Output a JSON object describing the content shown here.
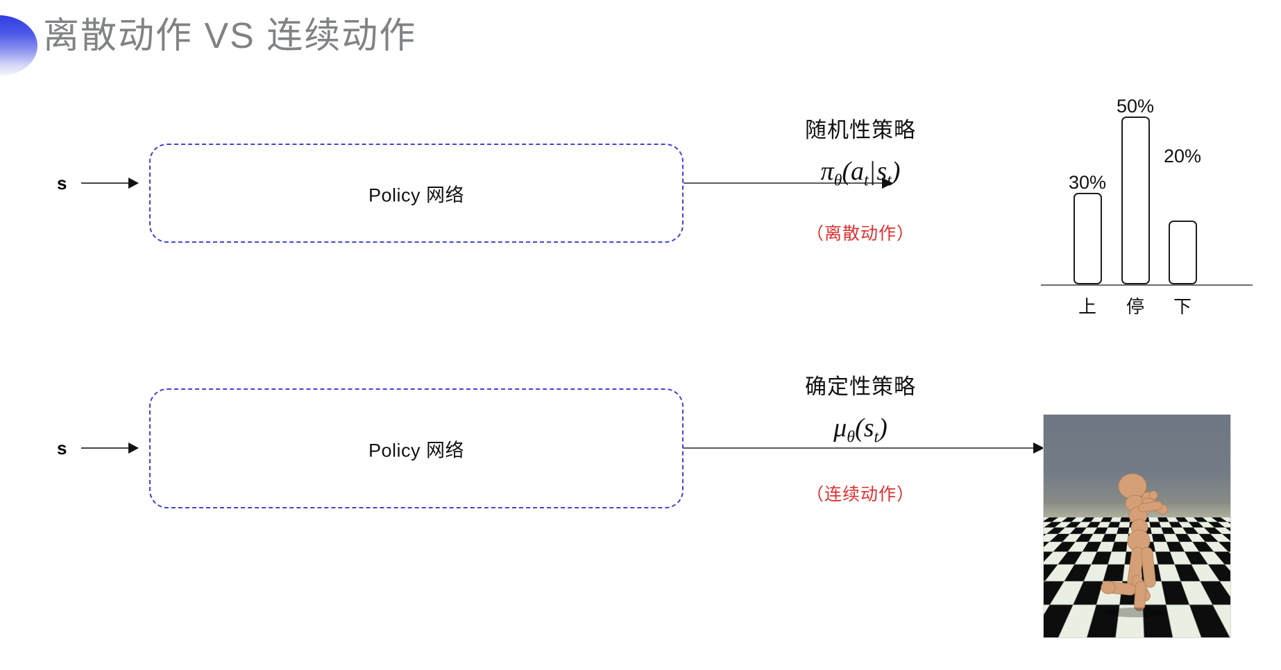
{
  "slide": {
    "title": "离散动作 VS 连续动作",
    "title_color": "#808285",
    "accent_color": "#3a47e3",
    "note_color": "#e03030",
    "box_border_color": "#4242d6"
  },
  "rows": [
    {
      "id": "discrete",
      "state_label": "s",
      "policy_box_label": "Policy 网络",
      "policy_type": "随机性策略",
      "formula_main": "π",
      "formula_theta": "θ",
      "formula_rest_open": "(",
      "formula_a": "a",
      "formula_a_sub": "t",
      "formula_bar": "|",
      "formula_s": "s",
      "formula_s_sub": "t",
      "formula_rest_close": ")",
      "formula_plain": "πθ(at|st)",
      "note": "（离散动作）",
      "output_kind": "bar-chart"
    },
    {
      "id": "continuous",
      "state_label": "s",
      "policy_box_label": "Policy 网络",
      "policy_type": "确定性策略",
      "formula_main": "μ",
      "formula_theta": "θ",
      "formula_rest_open": "(",
      "formula_s": "s",
      "formula_s_sub": "t",
      "formula_rest_close": ")",
      "formula_plain": "μθ(st)",
      "note": "（连续动作）",
      "output_kind": "humanoid-simulation"
    }
  ],
  "chart_data": {
    "type": "bar",
    "title": "",
    "categories": [
      "上",
      "停",
      "下"
    ],
    "values": [
      30,
      50,
      20
    ],
    "value_labels": [
      "30%",
      "50%",
      "20%"
    ],
    "ylabel": "",
    "xlabel": "",
    "ylim": [
      0,
      55
    ],
    "grid": false,
    "legend": "none",
    "bar_style": "outlined-rounded",
    "bar_fill": "#ffffff",
    "bar_stroke": "#1c1c1c"
  },
  "simulation": {
    "name": "humanoid-simulation",
    "sky_color": "#6e7783",
    "floor_pattern": "checkerboard",
    "body_color": "#d7a077"
  }
}
